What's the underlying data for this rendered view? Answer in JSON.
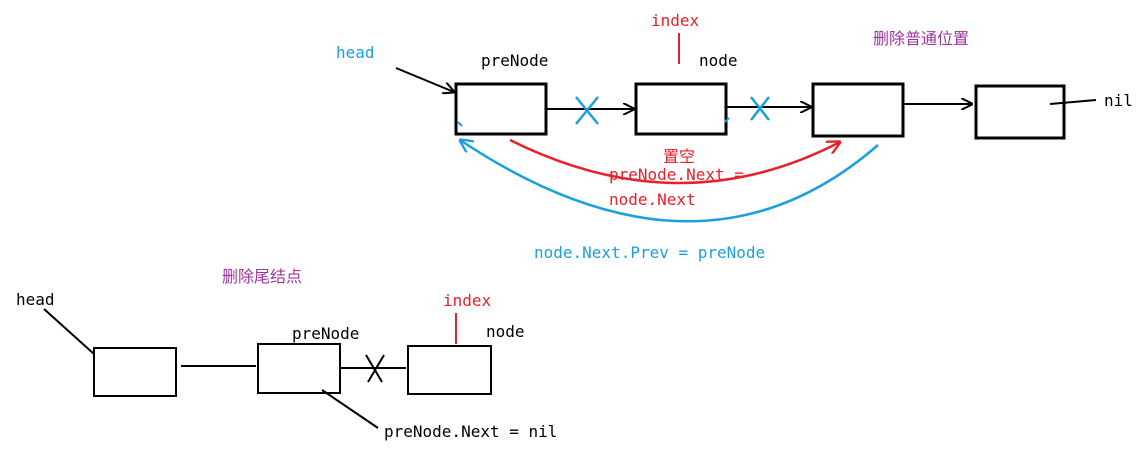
{
  "colors": {
    "black": "#000000",
    "red": "#e8202a",
    "blue": "#1aa0dc",
    "purple": "#a035a0"
  },
  "top": {
    "title": "删除普通位置",
    "head_label": "head",
    "index_label": "index",
    "prenode_label": "preNode",
    "node_label": "node",
    "nil_label": "nil",
    "set_null_label": "置空",
    "red_expr_line1": "preNode.Next =",
    "red_expr_line2": "node.Next",
    "blue_expr": "node.Next.Prev = preNode"
  },
  "bottom": {
    "title": "删除尾结点",
    "head_label": "head",
    "index_label": "index",
    "prenode_label": "preNode",
    "node_label": "node",
    "expr": "preNode.Next = nil"
  }
}
